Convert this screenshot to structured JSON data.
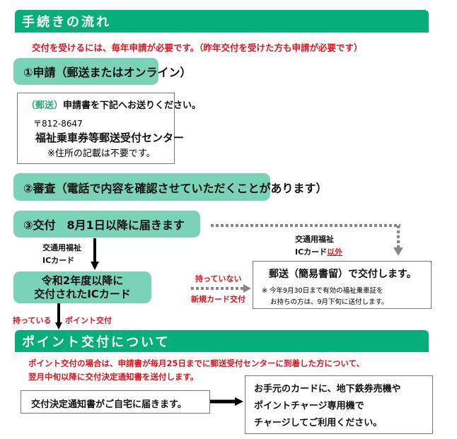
{
  "section1": {
    "title": "手続きの流れ",
    "notice": "交付を受けるには、毎年申請が必要です。（昨年交付を受けた方も申請が必要です）"
  },
  "step1": {
    "label": "①申請（郵送またはオンライン）",
    "box": {
      "tag": "（郵送）",
      "text": "申請書を下記へお送りください。",
      "postal": "〒812-8647",
      "recipient": "福祉乗車券等郵送受付センター",
      "note": "※住所の記載は不要です。"
    }
  },
  "step2": {
    "label": "②審査（電話で内容を確認させていただくことがあります）"
  },
  "step3": {
    "label": "③交付　8月1日以降に届きます",
    "left_label1": "交通用福祉",
    "left_label2": "ICカード",
    "right_label1": "交通用福祉",
    "right_label2": "ICカード",
    "right_label2_red": "以外",
    "ic_box_line1": "令和2年度以降に",
    "ic_box_line2": "交付されたICカード",
    "no_label": "持っていない",
    "new_card": "新規カード交付",
    "yes_label": "持っている",
    "point": "ポイント交付",
    "mail_box": {
      "title": "郵送（簡易書留）で交付します。",
      "note1": "※ 今年9月30日まで有効の福祉乗車証を",
      "note2": "お持ちの方は、9月下旬に送付します。"
    }
  },
  "section2": {
    "title": "ポイント交付について",
    "notice1": "ポイント交付の場合は、申請書が毎月25日までに郵送受付センターに到着した方について、",
    "notice2": "翌月中旬以降に交付決定通知書を送付します。",
    "left_box": "交付決定通知書がご自宅に届きます。",
    "right_box": [
      "お手元のカードに、地下鉄券売機や",
      "ポイントチャージ専用機で",
      "チャージしてご利用ください。"
    ]
  },
  "colors": {
    "header": "#07ae7b",
    "step": "#7ad3b6",
    "red": "#e0141e",
    "teal_text": "#2aa57a"
  }
}
